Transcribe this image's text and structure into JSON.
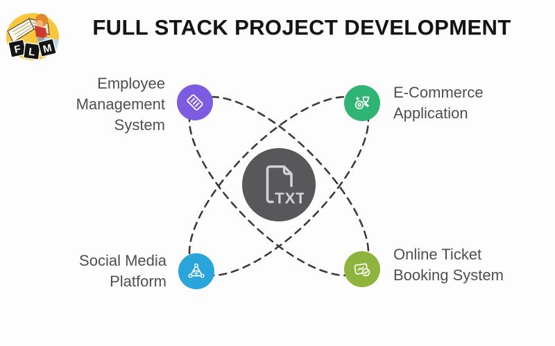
{
  "page": {
    "title": "FULL STACK PROJECT DEVELOPMENT",
    "background": "#fdfdfd"
  },
  "logo": {
    "description": "child reading a book on yellow badge",
    "letters": [
      "F",
      "L",
      "M"
    ]
  },
  "diagram": {
    "center": {
      "label": "TXT",
      "icon": "txt-file-icon",
      "color": "#58575a"
    },
    "connectors": {
      "style": "dashed",
      "shape": "two crossed ellipses",
      "color": "#3a3a3a"
    },
    "nodes": [
      {
        "label": "Employee Management System",
        "icon": "id-badge-icon",
        "color": "#7d5ce1",
        "position": "top-left"
      },
      {
        "label": "E-Commerce Application",
        "icon": "shopping-cart-icon",
        "color": "#2fb473",
        "position": "top-right"
      },
      {
        "label": "Social Media Platform",
        "icon": "share-network-icon",
        "color": "#29a5d9",
        "position": "bottom-left"
      },
      {
        "label": "Online Ticket Booking System",
        "icon": "ticket-check-icon",
        "color": "#8eb43d",
        "position": "bottom-right"
      }
    ]
  }
}
